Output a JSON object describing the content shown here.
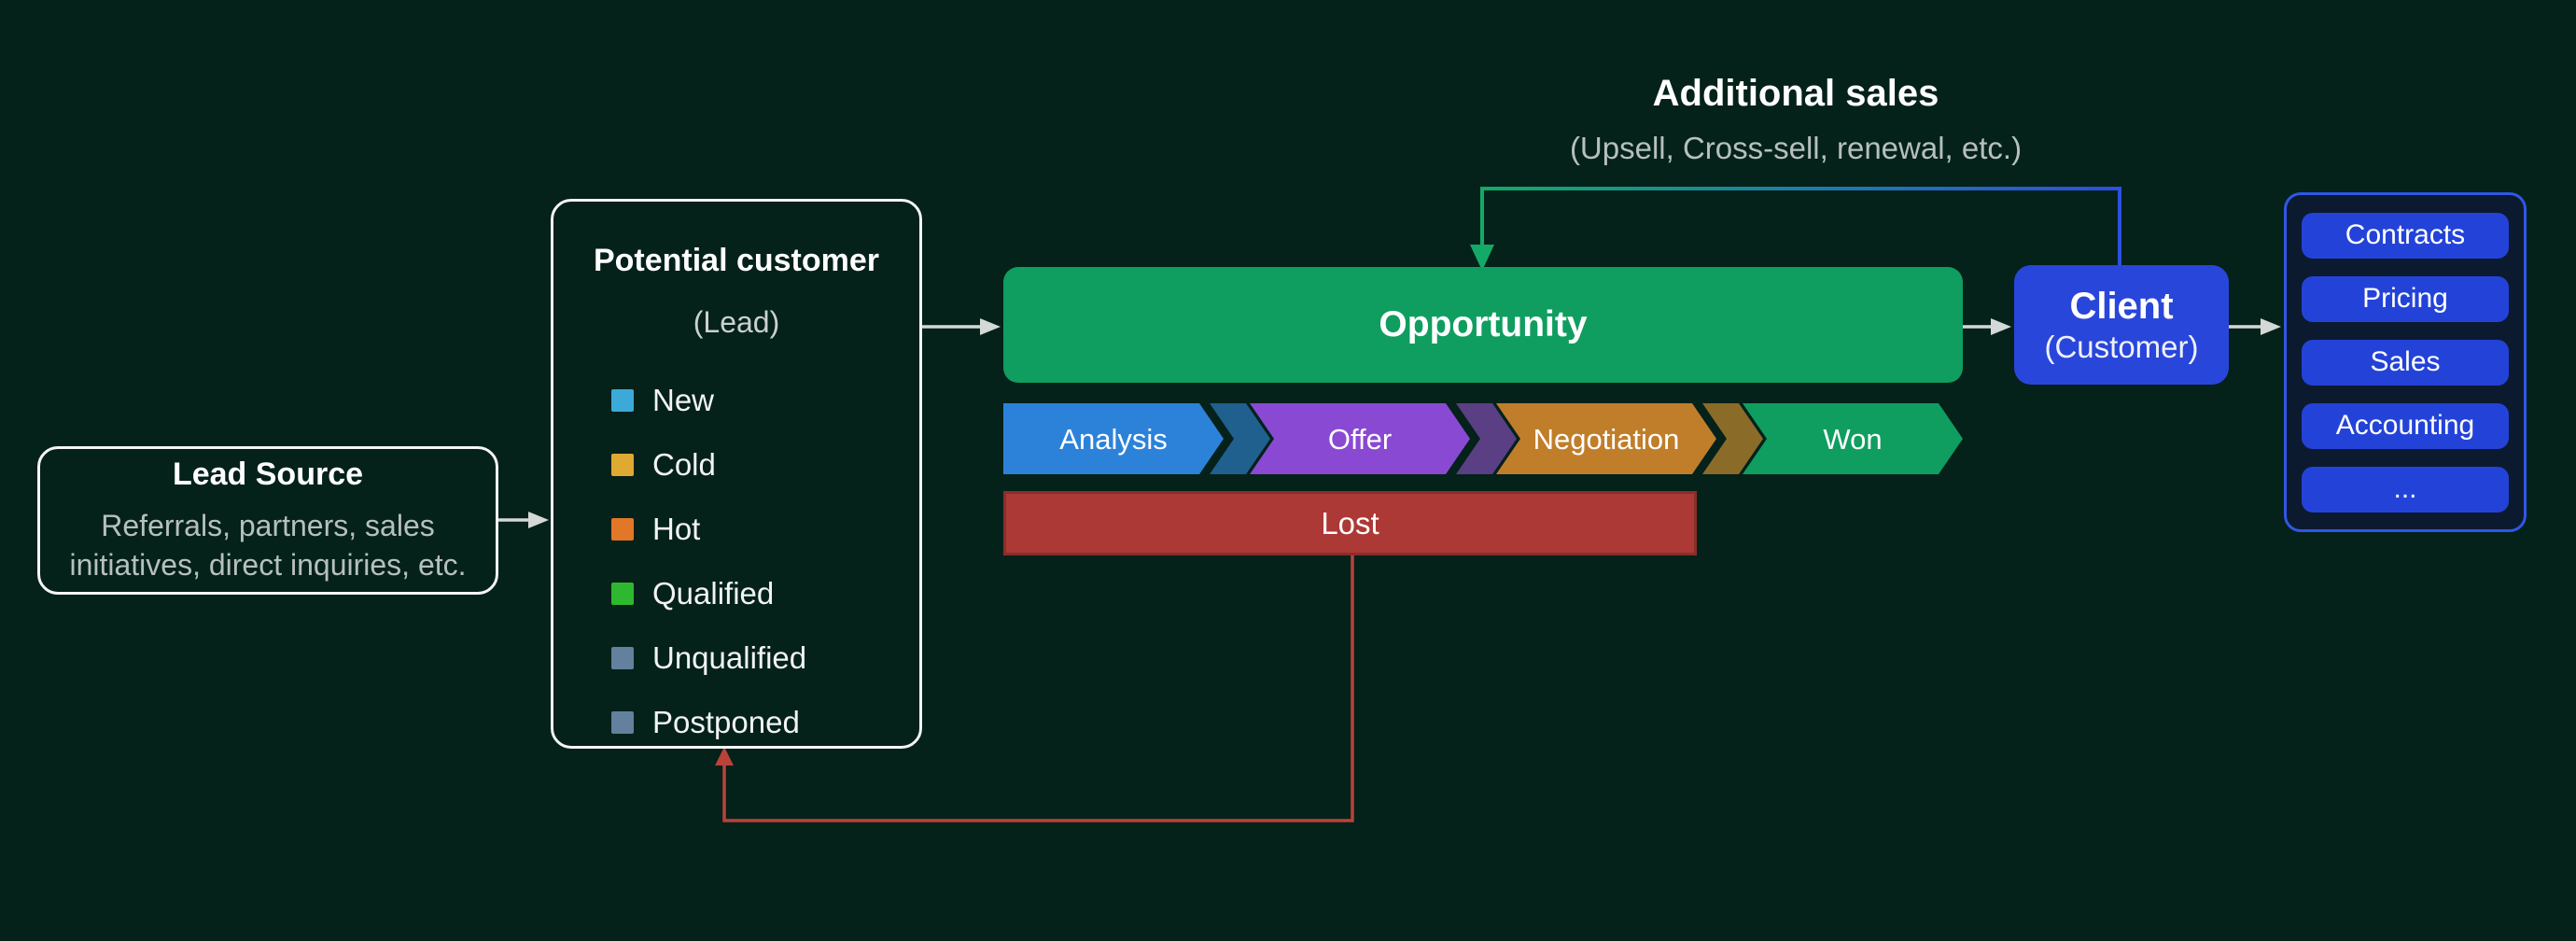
{
  "colors": {
    "background": "#04211a",
    "box_border": "#f3f5f4",
    "muted_text": "#b6c0bd",
    "connector_gray": "#d4d8d6",
    "opportunity_green": "#0f9e60",
    "lost_red": "#ad3936",
    "lost_border": "#872f2c",
    "loop_red": "#b9423a",
    "loop_green": "#13aa68",
    "loop_blue": "#2b50e2",
    "client_blue": "#2946da",
    "panel_bg": "#0c1a30",
    "panel_border": "#2f57e6",
    "module_button_blue": "#2343d8"
  },
  "lead_source": {
    "title": "Lead Source",
    "description": "Referrals, partners, sales initiatives, direct inquiries, etc."
  },
  "potential_customer": {
    "title": "Potential customer",
    "subtitle": "(Lead)",
    "statuses": [
      {
        "label": "New",
        "color": "#3caad8"
      },
      {
        "label": "Cold",
        "color": "#dfaa32"
      },
      {
        "label": "Hot",
        "color": "#e27728"
      },
      {
        "label": "Qualified",
        "color": "#2eb830"
      },
      {
        "label": "Unqualified",
        "color": "#63809e"
      },
      {
        "label": "Postponed",
        "color": "#63809e"
      }
    ]
  },
  "opportunity": {
    "label": "Opportunity"
  },
  "stages": [
    {
      "label": "Analysis",
      "color": "#2c82d9",
      "echo_color": "#1f608f"
    },
    {
      "label": "Offer",
      "color": "#8a49d2",
      "echo_color": "#5a3f85"
    },
    {
      "label": "Negotiation",
      "color": "#c07e2a",
      "echo_color": "#8a6b28"
    },
    {
      "label": "Won",
      "color": "#0f9e60"
    }
  ],
  "lost": {
    "label": "Lost"
  },
  "client": {
    "title": "Client",
    "subtitle": "(Customer)"
  },
  "additional_sales": {
    "title": "Additional sales",
    "subtitle": "(Upsell, Cross-sell, renewal, etc.)"
  },
  "client_modules": [
    {
      "label": "Contracts"
    },
    {
      "label": "Pricing"
    },
    {
      "label": "Sales"
    },
    {
      "label": "Accounting"
    },
    {
      "label": "..."
    }
  ]
}
